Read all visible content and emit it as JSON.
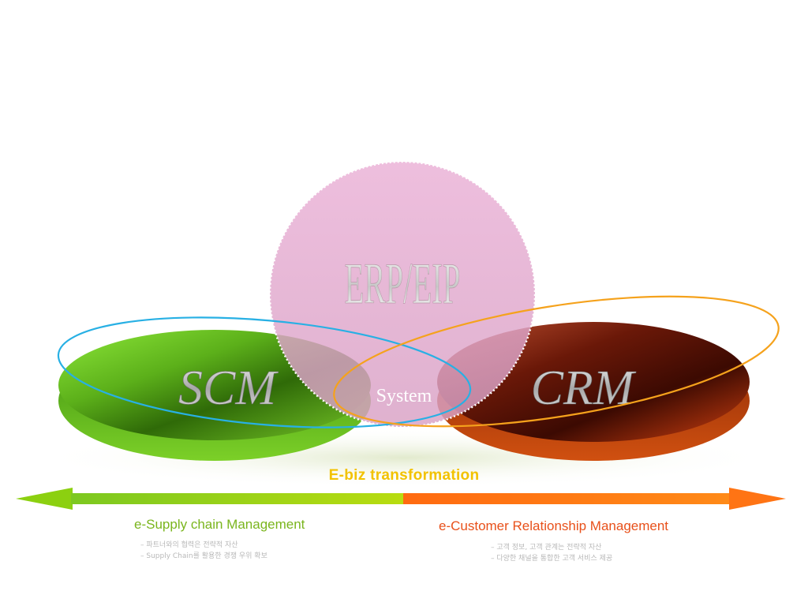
{
  "diagram": {
    "center_circle": {
      "label": "ERP/EIP",
      "color": "#e8a8d0"
    },
    "overlap_label": "System",
    "left_disc": {
      "label": "SCM",
      "color": "#6cc420",
      "ring_color": "#2ab0e0"
    },
    "right_disc": {
      "label": "CRM",
      "color": "#8a1e08",
      "ring_color": "#f0a020"
    },
    "transformation_label": "E-biz transformation",
    "arrow": {
      "left_color": "#a0d010",
      "right_color": "#ff6a10"
    }
  },
  "scm": {
    "title": "e-Supply chain Management",
    "bullets": [
      "– 파트너와의 협력은 전략적 자산",
      "– Supply Chain를 활용한 경쟁 우위 확보"
    ]
  },
  "crm": {
    "title": "e-Customer Relationship Management",
    "bullets": [
      "– 고객 정보, 고객 관계는 전략적 자산",
      "– 다양한 채널을 통합한 고객 서비스 제공"
    ]
  }
}
